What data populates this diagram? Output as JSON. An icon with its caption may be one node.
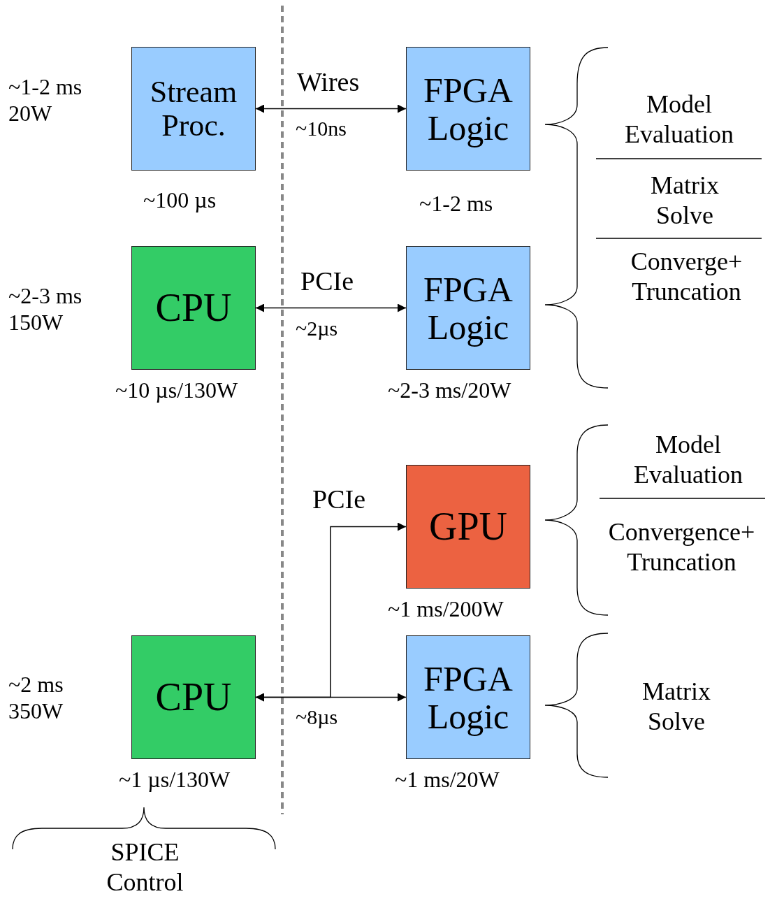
{
  "diagram": {
    "nodes": [
      {
        "text": [
          "Stream Proc."
        ],
        "beside": [
          "~100 µs"
        ]
      },
      {
        "text": [
          "FPGA Logic"
        ],
        "beside": [
          "~1-2 ms"
        ]
      },
      {
        "text": [
          "CPU"
        ],
        "beside": [
          "~10 µs/130W"
        ]
      },
      {
        "text": [
          "FPGA Logic"
        ],
        "beside": [
          "~2-3 ms/20W"
        ]
      },
      {
        "text": [
          "GPU"
        ],
        "beside": [
          "~1 ms/200W"
        ]
      },
      {
        "text": [
          "FPGA Logic"
        ],
        "beside": [
          "~1 ms/20W"
        ]
      },
      {
        "text": [
          "CPU"
        ],
        "beside": [
          "~1 µs/130W"
        ]
      }
    ],
    "edges": [
      {
        "from": 0,
        "to": 1,
        "arrow": "both",
        "label": "Wires"
      },
      {
        "from": 2,
        "to": 3,
        "arrow": "both",
        "label": "PCIe"
      },
      {
        "from": 6,
        "to": 4,
        "arrow": "both",
        "label": "PCIe"
      },
      {
        "from": 6,
        "to": 5,
        "arrow": "both"
      }
    ],
    "labels": [
      "~1-2 ms 20W",
      "~10ns",
      "Model Evaluation",
      "Matrix Solve",
      "Converge+ Truncation",
      "~2-3 ms 150W",
      "~2µs",
      "Model Evaluation",
      "Convergence+ Truncation",
      "~2 ms 350W",
      "~8µs",
      "Matrix Solve",
      "SPICE Control"
    ]
  }
}
